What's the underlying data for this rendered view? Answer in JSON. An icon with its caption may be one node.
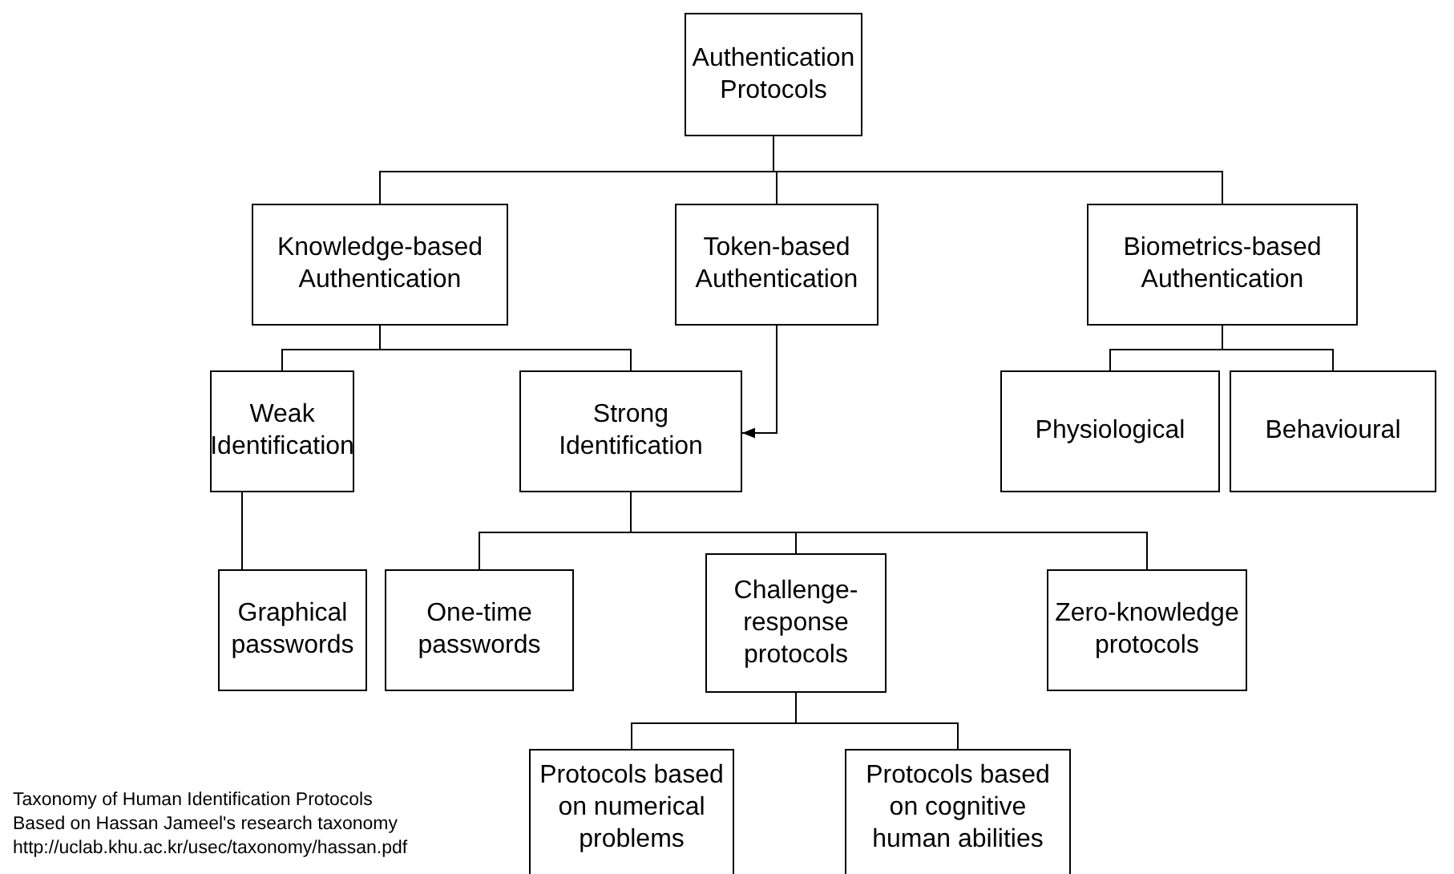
{
  "diagram": {
    "nodes": [
      {
        "text": [
          "Authentication Protocols"
        ]
      },
      {
        "text": [
          "Knowledge-based Authentication"
        ]
      },
      {
        "text": [
          "Token-based Authentication"
        ]
      },
      {
        "text": [
          "Biometrics-based Authentication"
        ]
      },
      {
        "text": [
          "Weak Identification"
        ]
      },
      {
        "text": [
          "Strong Identification"
        ]
      },
      {
        "text": [
          "Physiological"
        ]
      },
      {
        "text": [
          "Behavioural"
        ]
      },
      {
        "text": [
          "Graphical passwords"
        ]
      },
      {
        "text": [
          "One-time passwords"
        ]
      },
      {
        "text": [
          "Challenge-response protocols"
        ]
      },
      {
        "text": [
          "Zero-knowledge protocols"
        ]
      },
      {
        "text": [
          "Protocols based on numerical problems"
        ]
      },
      {
        "text": [
          "Protocols based on cognitive human abilities"
        ]
      }
    ],
    "edges": [
      {
        "from": 0,
        "to": 1,
        "arrow": "none"
      },
      {
        "from": 0,
        "to": 2,
        "arrow": "none"
      },
      {
        "from": 0,
        "to": 3,
        "arrow": "none"
      },
      {
        "from": 1,
        "to": 4,
        "arrow": "none"
      },
      {
        "from": 1,
        "to": 5,
        "arrow": "none"
      },
      {
        "from": 2,
        "to": 5,
        "arrow": "to"
      },
      {
        "from": 3,
        "to": 6,
        "arrow": "none"
      },
      {
        "from": 3,
        "to": 7,
        "arrow": "none"
      },
      {
        "from": 4,
        "to": 8,
        "arrow": "none"
      },
      {
        "from": 5,
        "to": 9,
        "arrow": "none"
      },
      {
        "from": 5,
        "to": 10,
        "arrow": "none"
      },
      {
        "from": 5,
        "to": 11,
        "arrow": "none"
      },
      {
        "from": 10,
        "to": 12,
        "arrow": "none"
      },
      {
        "from": 10,
        "to": 13,
        "arrow": "none"
      }
    ],
    "labels": [
      "Taxonomy of Human Identification Protocols",
      "Based on Hassan Jameel's research taxonomy",
      "http://uclab.khu.ac.kr/usec/taxonomy/hassan.pdf"
    ]
  }
}
